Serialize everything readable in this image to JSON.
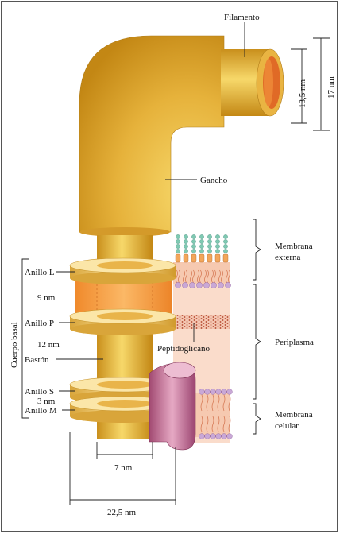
{
  "labels": {
    "filamento": "Filamento",
    "gancho": "Gancho",
    "anillo_l": "Anillo L",
    "anillo_p": "Anillo P",
    "anillo_s": "Anillo S",
    "anillo_m": "Anillo M",
    "baston": "Bastón",
    "cuerpo_basal": "Cuerpo basal",
    "peptidoglicano": "Peptidoglicano",
    "membrana_externa_1": "Membrana",
    "membrana_externa_2": "externa",
    "periplasma": "Periplasma",
    "membrana_celular_1": "Membrana",
    "membrana_celular_2": "celular"
  },
  "dimensions": {
    "filament_inner": "13,5 nm",
    "filament_outer": "17 nm",
    "gap_lp": "9 nm",
    "gap_ps": "12 nm",
    "gap_sm": "3 nm",
    "rod_width": "7 nm",
    "ring_width": "22,5 nm"
  },
  "colors": {
    "rod": "#e8b63a",
    "ring": "#f2cd6e",
    "orange_gap": "#f6a84c",
    "periplasm": "#f9d7c4",
    "lipid_head": "#c9a8d6",
    "lps_head": "#7fc9b2",
    "protein": "#b9668a"
  }
}
